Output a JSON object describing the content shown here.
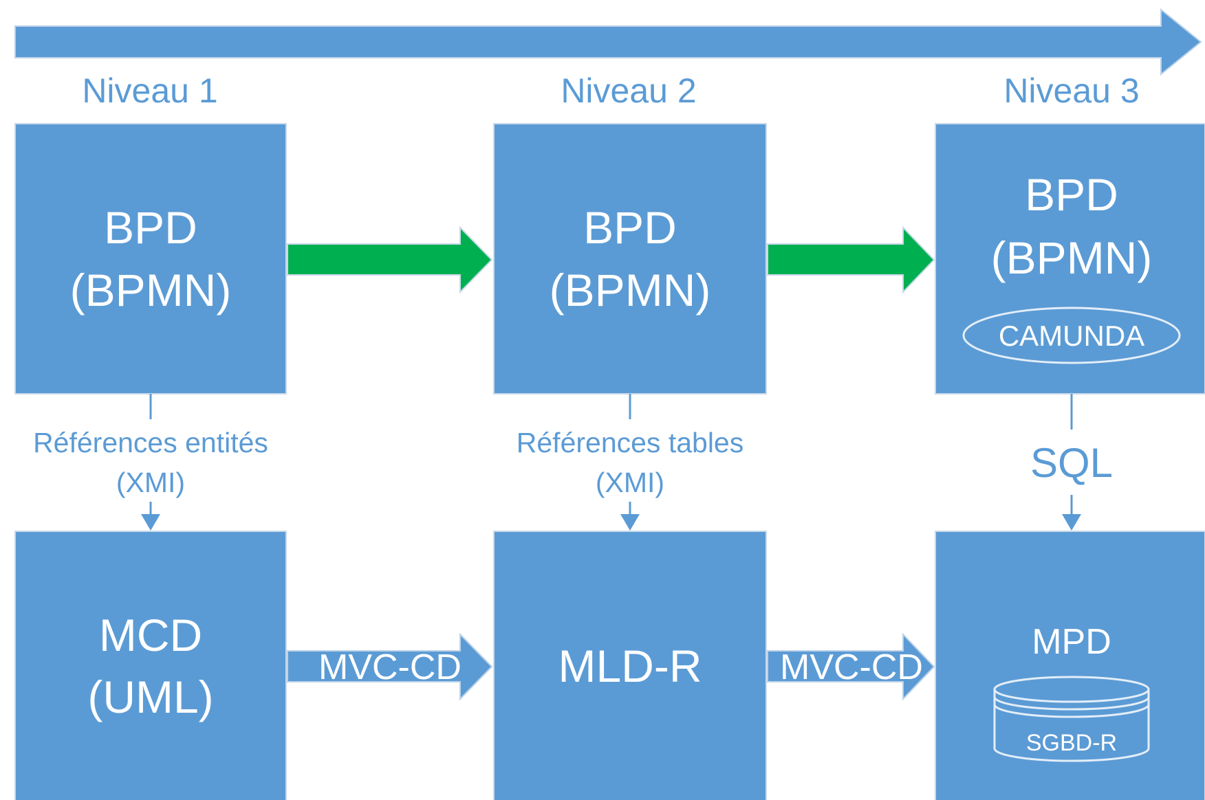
{
  "levels": [
    "Niveau 1",
    "Niveau 2",
    "Niveau 3"
  ],
  "top_boxes": [
    {
      "line1": "BPD",
      "line2": "(BPMN)"
    },
    {
      "line1": "BPD",
      "line2": "(BPMN)"
    },
    {
      "line1": "BPD",
      "line2": "(BPMN)",
      "badge": "CAMUNDA"
    }
  ],
  "bottom_boxes": [
    {
      "line1": "MCD",
      "line2": "(UML)"
    },
    {
      "line1": "MLD-R"
    },
    {
      "line1": "MPD",
      "db_label": "SGBD-R"
    }
  ],
  "vertical_links": [
    {
      "line1": "Références entités",
      "line2": "(XMI)"
    },
    {
      "line1": "Références tables",
      "line2": "(XMI)"
    },
    {
      "line1": "SQL"
    }
  ],
  "bottom_arrows": [
    "MVC-CD",
    "MVC-CD"
  ],
  "colors": {
    "box": "#5B9BD5",
    "green_arrow": "#00B050",
    "text_on_box": "#FFFFFF"
  }
}
